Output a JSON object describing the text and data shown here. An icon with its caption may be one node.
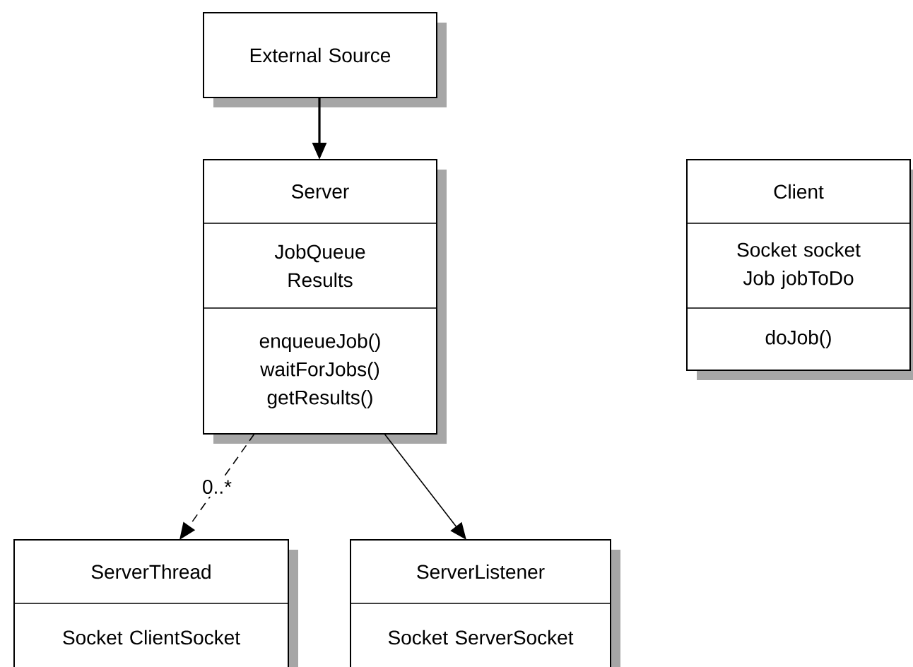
{
  "diagram": {
    "nodes": [
      {
        "text": [
          "External Source"
        ]
      },
      {
        "text": [
          "Server",
          "JobQueue Results",
          "enqueueJob() waitForJobs() getResults()"
        ]
      },
      {
        "text": [
          "ServerThread",
          "Socket ClientSocket"
        ]
      },
      {
        "text": [
          "ServerListener",
          "Socket ServerSocket"
        ]
      },
      {
        "text": [
          "Client",
          "Socket socket Job jobToDo",
          "doJob()"
        ]
      }
    ],
    "edges": [
      {
        "from": 0,
        "to": 1,
        "arrow": "to"
      },
      {
        "from": 1,
        "to": 2,
        "arrow": "to",
        "style": "dashed",
        "label": "0..*"
      },
      {
        "from": 1,
        "to": 3,
        "arrow": "to"
      }
    ]
  }
}
